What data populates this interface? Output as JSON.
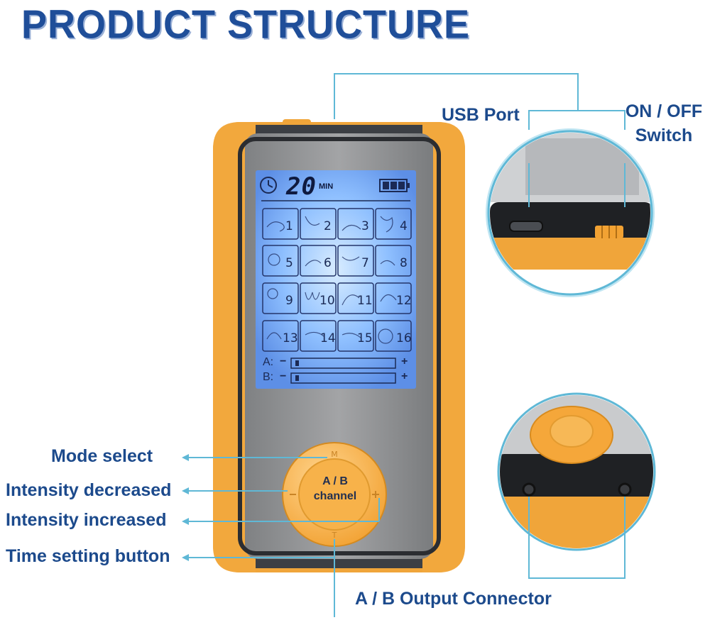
{
  "title": "PRODUCT STRUCTURE",
  "callouts": {
    "usb_port": "USB Port",
    "on_off_line1": "ON / OFF",
    "on_off_line2": "Switch",
    "mode_select": "Mode select",
    "intensity_decreased": "Intensity decreased",
    "intensity_increased": "Intensity increased",
    "time_setting": "Time setting button",
    "output_connector": "A / B Output Connector"
  },
  "device": {
    "timer_value": "20",
    "timer_unit": "MIN",
    "modes": [
      "1",
      "2",
      "3",
      "4",
      "5",
      "6",
      "7",
      "8",
      "9",
      "10",
      "11",
      "12",
      "13",
      "14",
      "15",
      "16"
    ],
    "channel_a": "A:",
    "channel_b": "B:",
    "minus": "−",
    "plus": "+",
    "center_button_line1": "A / B",
    "center_button_line2": "channel"
  },
  "colors": {
    "label_blue": "#1c4a8c",
    "line_cyan": "#5fb8d6",
    "casing_orange": "#f0a53a",
    "lcd_blue": "#8fc0ff"
  }
}
